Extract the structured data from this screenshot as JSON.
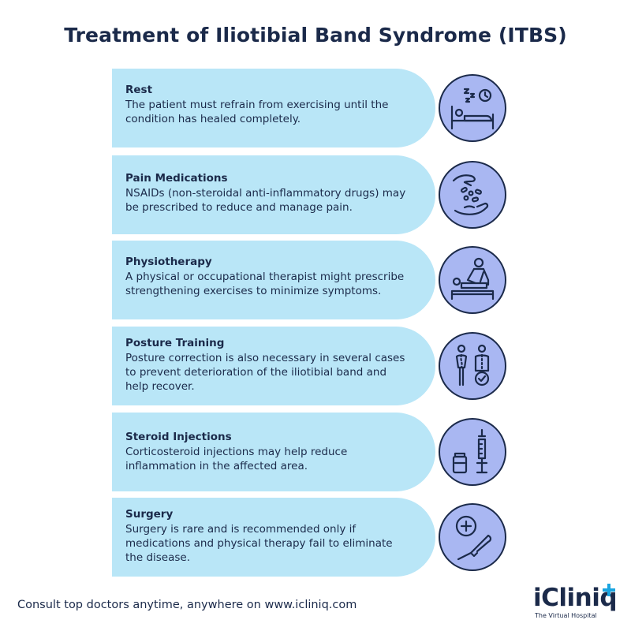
{
  "title": "Treatment of Iliotibial Band Syndrome (ITBS)",
  "treatments": [
    {
      "title": "Rest",
      "description": "The patient must refrain from exercising until the condition has healed completely.",
      "icon": "bed-sleep-clock-icon"
    },
    {
      "title": "Pain Medications",
      "description": "NSAIDs (non-steroidal anti-inflammatory drugs) may be prescribed to reduce and manage pain.",
      "icon": "pills-hands-icon"
    },
    {
      "title": "Physiotherapy",
      "description": "A physical or occupational therapist might prescribe strengthening exercises to minimize symptoms.",
      "icon": "massage-therapy-icon"
    },
    {
      "title": "Posture Training",
      "description": "Posture correction is also necessary in several cases to prevent deterioration of the iliotibial band and help recover.",
      "icon": "posture-check-icon"
    },
    {
      "title": "Steroid Injections",
      "description": "Corticosteroid injections may help reduce inflammation in the affected area.",
      "icon": "syringe-vial-icon"
    },
    {
      "title": "Surgery",
      "description": "Surgery is rare and is recommended only if medications and physical therapy fail to eliminate the disease.",
      "icon": "scalpel-medical-icon"
    }
  ],
  "footer": {
    "text": "Consult top doctors anytime, anywhere on www.icliniq.com"
  },
  "logo": {
    "name": "iCliniq",
    "tagline": "The Virtual Hospital"
  },
  "colors": {
    "card": "#b9e6f7",
    "icon_bg": "#a9b7f2",
    "text": "#1b2a4a",
    "accent": "#1aa5e0"
  }
}
